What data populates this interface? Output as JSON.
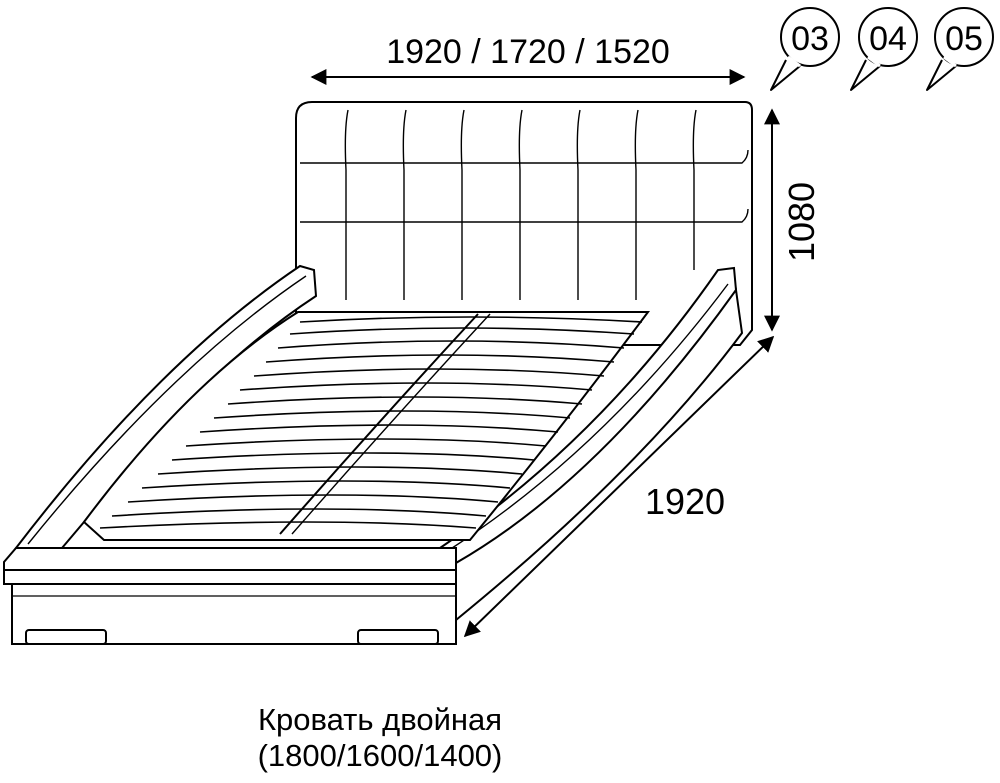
{
  "dimensions": {
    "width": "1920 / 1720 / 1520",
    "height": "1080",
    "length": "1920"
  },
  "badges": [
    "03",
    "04",
    "05"
  ],
  "caption": {
    "line1": "Кровать двойная",
    "line2": "(1800/1600/1400)"
  }
}
